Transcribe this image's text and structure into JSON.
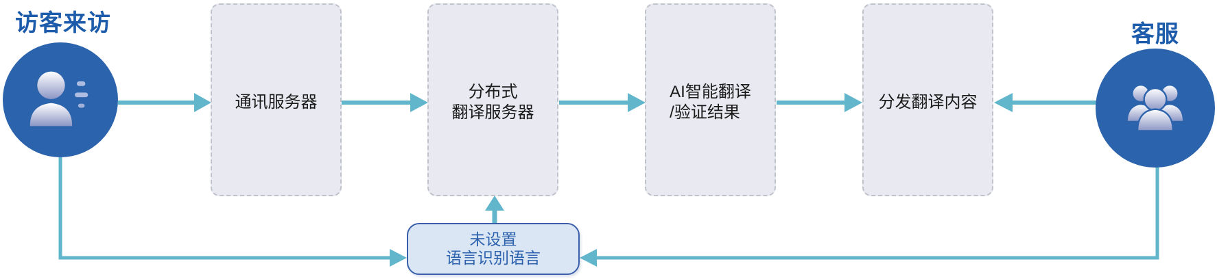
{
  "actors": {
    "visitor": {
      "title": "访客来访",
      "icon": "person-speaking-icon"
    },
    "agent": {
      "title": "客服",
      "icon": "people-group-icon"
    }
  },
  "flow_boxes": [
    {
      "line1": "通讯服务器"
    },
    {
      "line1": "分布式",
      "line2": "翻译服务器"
    },
    {
      "line1": "AI智能翻译",
      "line2": "/验证结果"
    },
    {
      "line1": "分发翻译内容"
    }
  ],
  "fallback_box": {
    "line1": "未设置",
    "line2": "语言识别语言"
  },
  "colors": {
    "actor_circle": "#2b63ac",
    "actor_title": "#1d5cab",
    "connector_teal": "#61b6cb",
    "flow_box_fill": "#e9eaf1",
    "flow_box_border": "#bfc2cb",
    "flow_box_text": "#1a1a1a",
    "fallback_fill": "#dbe6f5",
    "fallback_border": "#3a5fa9",
    "fallback_text": "#2c62ad"
  }
}
